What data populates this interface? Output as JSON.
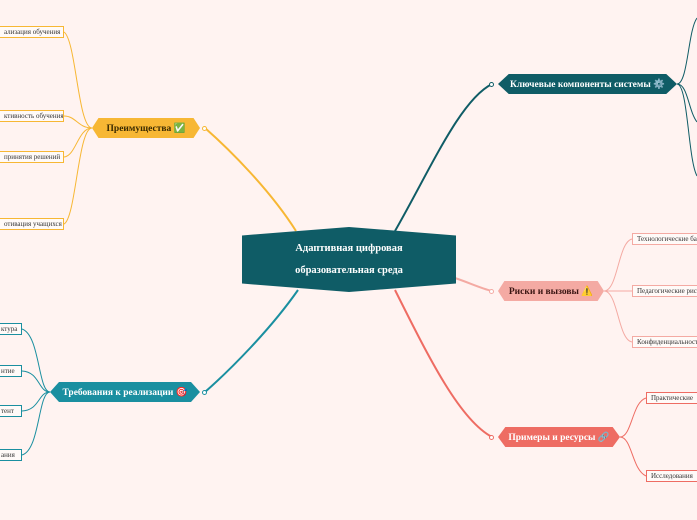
{
  "center": {
    "line1": "Адаптивная цифровая",
    "line2": "образовательная среда"
  },
  "branches": {
    "advantages": {
      "label": "Преимущества ✅",
      "leaves": [
        "ализация обучения",
        "ктивность обучения",
        "принятия решений",
        "отивация учащихся"
      ]
    },
    "requirements": {
      "label": "Требования к реализации 🎯",
      "leaves": [
        "ктура",
        "нтие",
        "тент",
        "ания"
      ]
    },
    "components": {
      "label": "Ключевые компоненты системы ⚙️"
    },
    "risks": {
      "label": "Риски и вызовы ⚠️",
      "leaves": [
        "Технологические ба",
        "Педагогические рис",
        "Конфиденциальност"
      ]
    },
    "examples": {
      "label": "Примеры и ресурсы 🔗",
      "leaves": [
        "Практические",
        "Исследования"
      ]
    }
  },
  "colors": {
    "background": "#fff3f1",
    "central": "#0f5c66",
    "advantages": "#f7b734",
    "requirements": "#1a8fa0",
    "components": "#0f5c66",
    "risks": "#f4aaa3",
    "examples": "#ee6c63"
  }
}
